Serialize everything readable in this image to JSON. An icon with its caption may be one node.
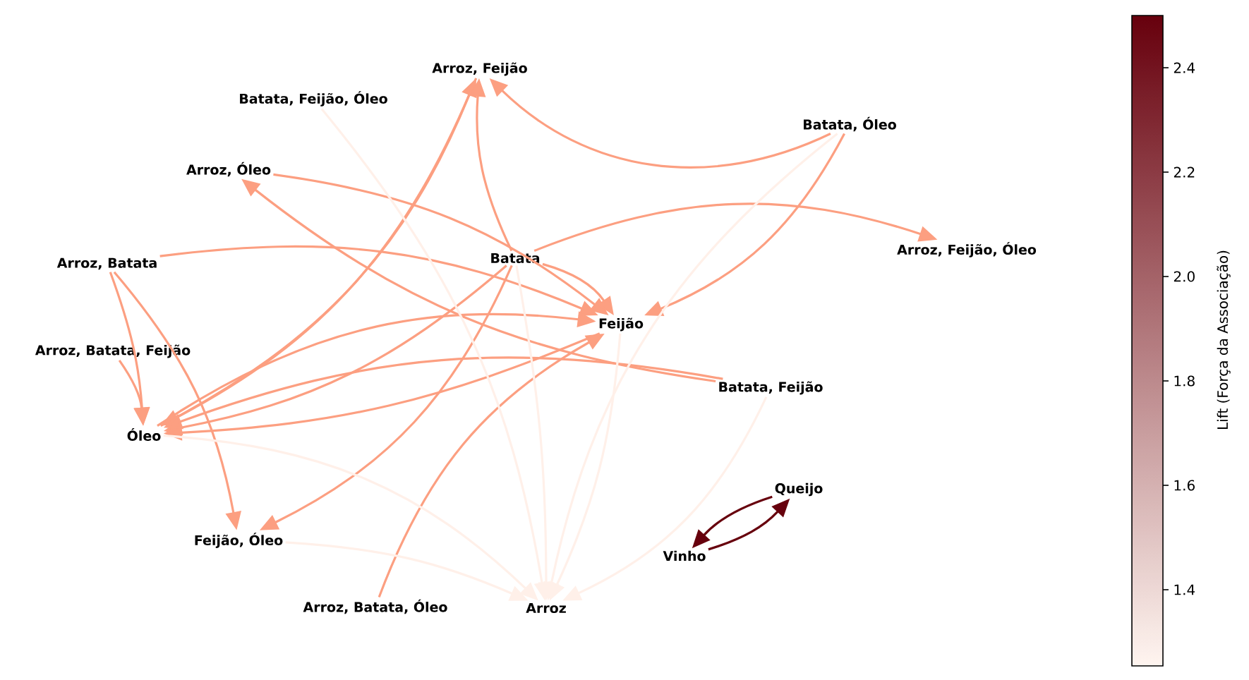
{
  "diagram": {
    "nodes": [
      {
        "text": [
          "Arroz, Feijão"
        ]
      },
      {
        "text": [
          "Batata, Feijão, Óleo"
        ]
      },
      {
        "text": [
          "Batata, Óleo"
        ]
      },
      {
        "text": [
          "Arroz, Óleo"
        ]
      },
      {
        "text": [
          "Arroz, Feijão, Óleo"
        ]
      },
      {
        "text": [
          "Batata"
        ]
      },
      {
        "text": [
          "Arroz, Batata"
        ]
      },
      {
        "text": [
          "Feijão"
        ]
      },
      {
        "text": [
          "Arroz, Batata, Feijão"
        ]
      },
      {
        "text": [
          "Batata, Feijão"
        ]
      },
      {
        "text": [
          "Óleo"
        ]
      },
      {
        "text": [
          "Queijo"
        ]
      },
      {
        "text": [
          "Feijão, Óleo"
        ]
      },
      {
        "text": [
          "Vinho"
        ]
      },
      {
        "text": [
          "Arroz, Batata, Óleo"
        ]
      },
      {
        "text": [
          "Arroz"
        ]
      }
    ],
    "edges": [
      {
        "from": 2,
        "to": 0,
        "arrow": "to"
      },
      {
        "from": 2,
        "to": 7,
        "arrow": "to"
      },
      {
        "from": 9,
        "to": 3,
        "arrow": "to"
      },
      {
        "from": 3,
        "to": 7,
        "arrow": "to"
      },
      {
        "from": 10,
        "to": 0,
        "arrow": "to"
      },
      {
        "from": 0,
        "to": 10,
        "arrow": "to"
      },
      {
        "from": 5,
        "to": 0,
        "arrow": "to"
      },
      {
        "from": 5,
        "to": 7,
        "arrow": "to"
      },
      {
        "from": 5,
        "to": 10,
        "arrow": "to"
      },
      {
        "from": 5,
        "to": 12,
        "arrow": "to"
      },
      {
        "from": 5,
        "to": 4,
        "arrow": "to"
      },
      {
        "from": 6,
        "to": 10,
        "arrow": "to"
      },
      {
        "from": 8,
        "to": 10,
        "arrow": "to"
      },
      {
        "from": 6,
        "to": 7,
        "arrow": "to"
      },
      {
        "from": 6,
        "to": 12,
        "arrow": "to"
      },
      {
        "from": 7,
        "to": 10,
        "arrow": "to"
      },
      {
        "from": 9,
        "to": 10,
        "arrow": "to"
      },
      {
        "from": 10,
        "to": 7,
        "arrow": "to"
      },
      {
        "from": 14,
        "to": 7,
        "arrow": "to"
      },
      {
        "from": 1,
        "to": 15,
        "arrow": "to",
        "color": "#fff0e9"
      },
      {
        "from": 5,
        "to": 15,
        "arrow": "to",
        "color": "#fff0e9"
      },
      {
        "from": 7,
        "to": 15,
        "arrow": "to",
        "color": "#fff0e9"
      },
      {
        "from": 2,
        "to": 15,
        "arrow": "to",
        "color": "#fff0e9"
      },
      {
        "from": 9,
        "to": 15,
        "arrow": "to",
        "color": "#fff0e9"
      },
      {
        "from": 10,
        "to": 15,
        "arrow": "to",
        "color": "#fff0e9"
      },
      {
        "from": 12,
        "to": 15,
        "arrow": "to",
        "color": "#fff0e9"
      },
      {
        "from": 11,
        "to": 13,
        "arrow": "to",
        "color": "#67000d"
      },
      {
        "from": 13,
        "to": 11,
        "arrow": "to",
        "color": "#67000d"
      }
    ],
    "labels": [
      "2.4",
      "2.2",
      "2.0",
      "1.8",
      "1.6",
      "1.4",
      "Lift (Força da Associação)"
    ]
  }
}
